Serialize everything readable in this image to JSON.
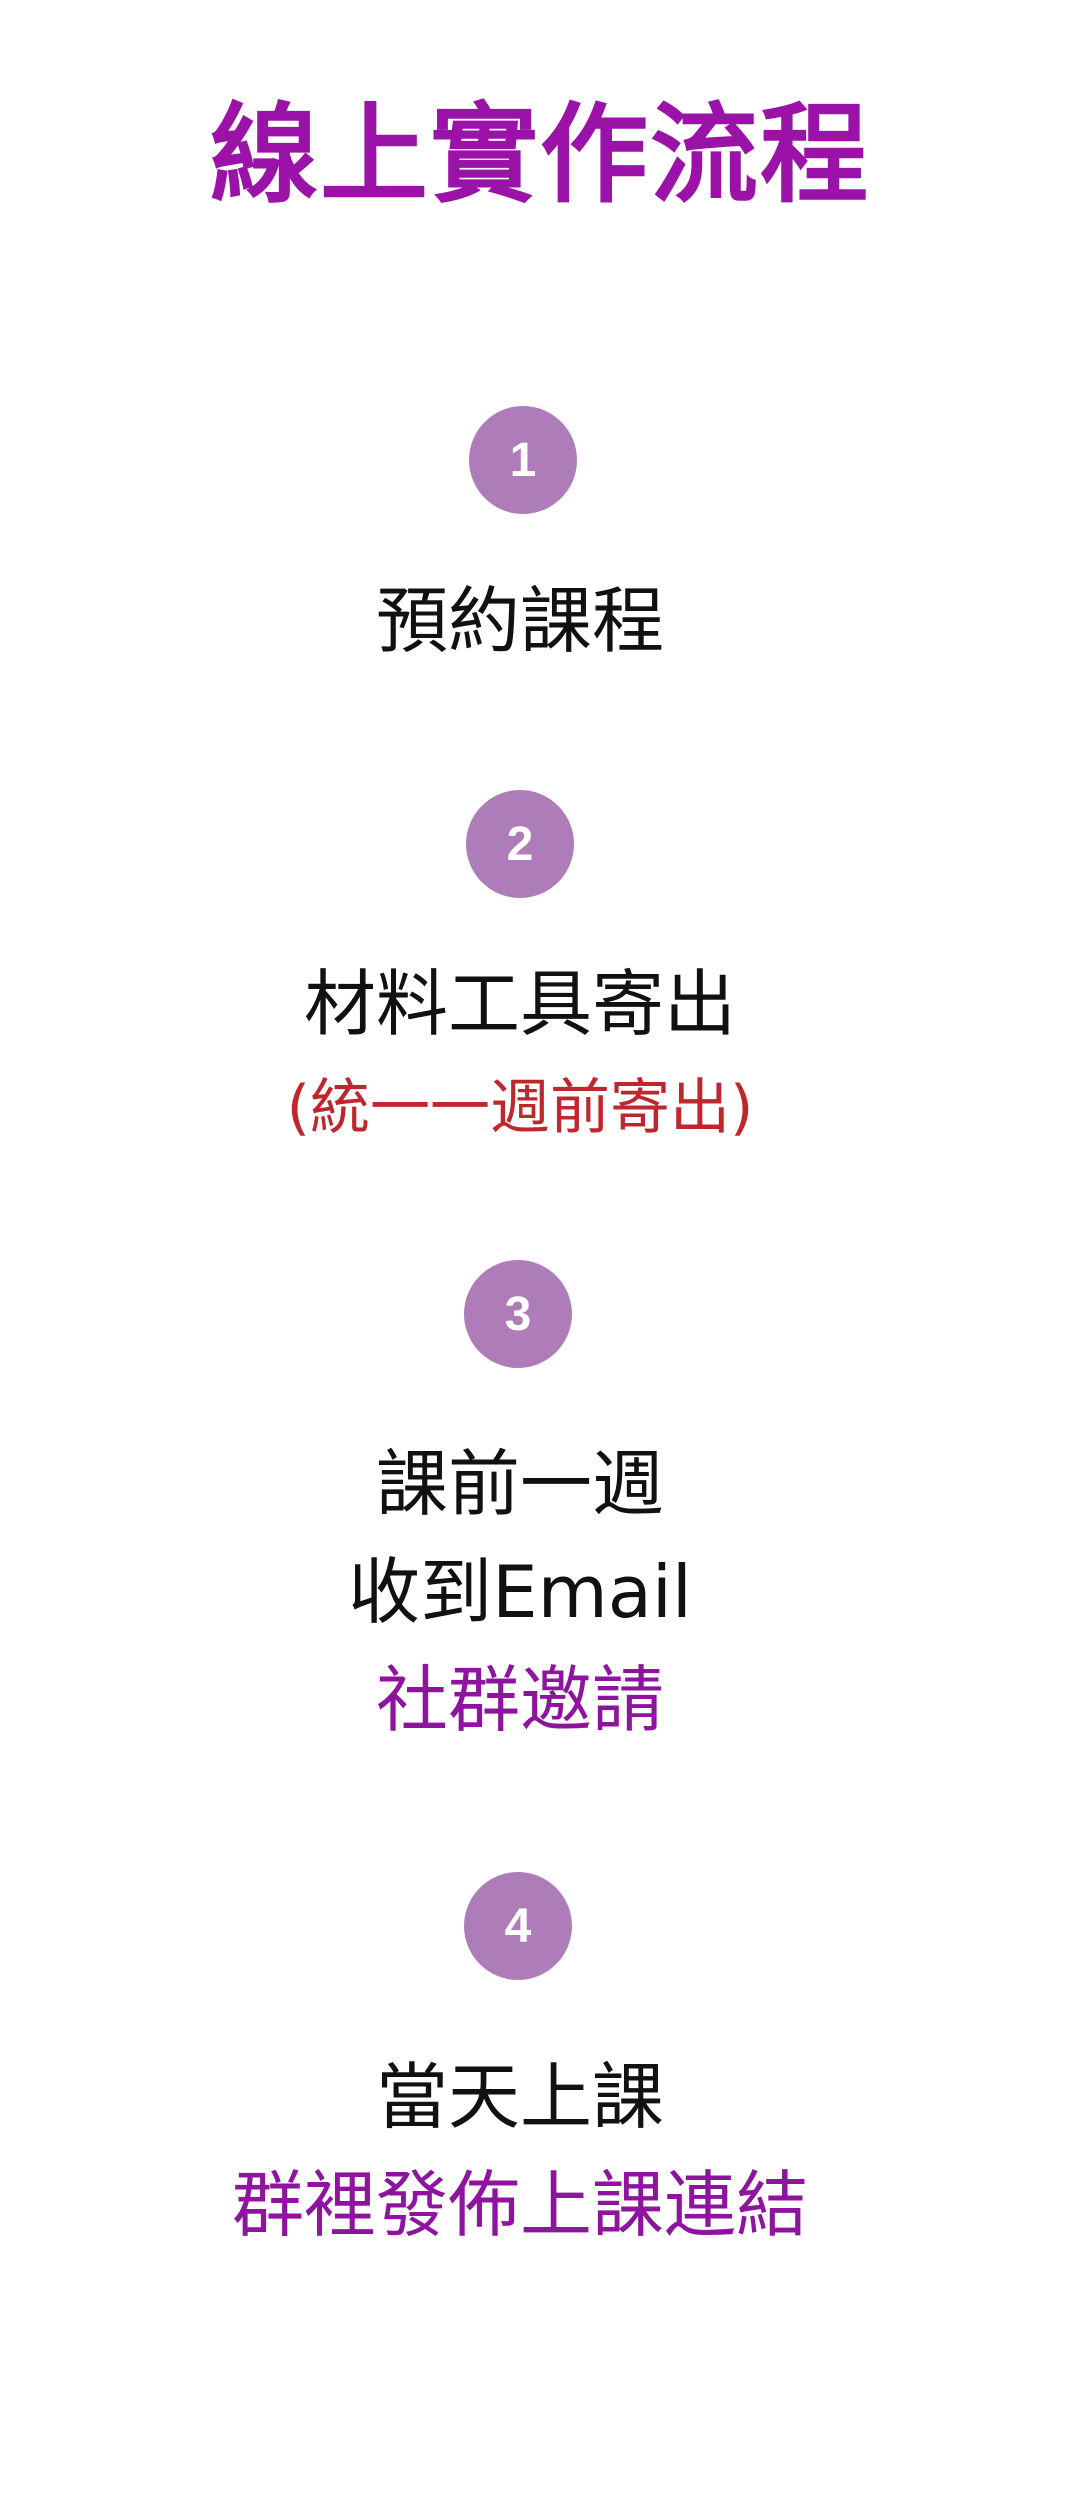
{
  "title": "線上實作流程",
  "colors": {
    "title": "#9b12a8",
    "badge": "#ae7cb8",
    "text": "#111111",
    "accent_purple": "#8e14a0",
    "accent_red": "#c0262d"
  },
  "steps": [
    {
      "number": "1",
      "lines": [
        "預約課程"
      ]
    },
    {
      "number": "2",
      "lines": [
        "材料工具寄出",
        "(統一一週前寄出)"
      ]
    },
    {
      "number": "3",
      "lines": [
        "課前一週",
        "收到Email",
        "社群邀請"
      ]
    },
    {
      "number": "4",
      "lines": [
        "當天上課",
        "群裡發佈上課連結"
      ]
    }
  ]
}
